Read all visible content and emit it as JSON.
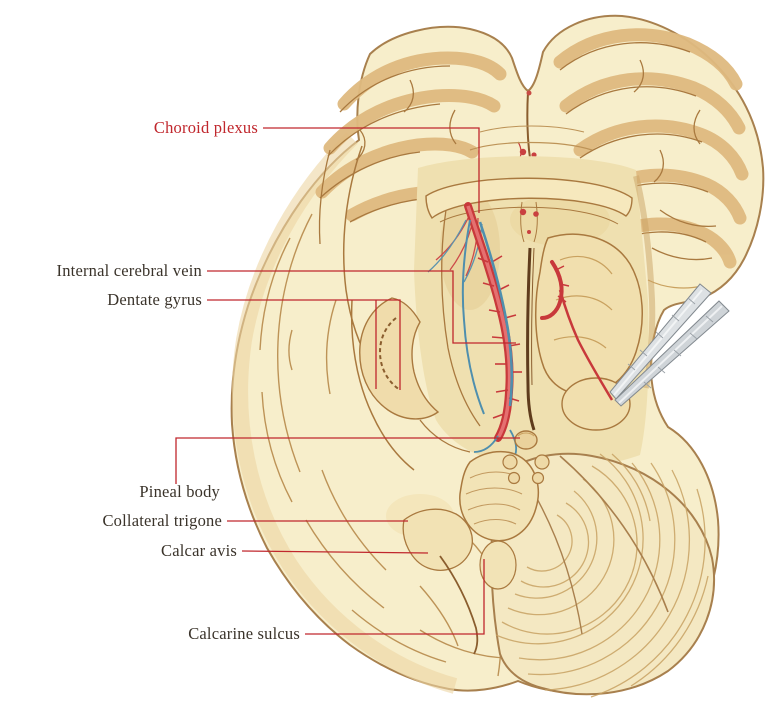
{
  "labels": {
    "choroid_plexus": "Choroid plexus",
    "internal_cerebral_vein": "Internal cerebral vein",
    "dentate_gyrus": "Dentate gyrus",
    "pineal_body": "Pineal body",
    "collateral_trigone": "Collateral trigone",
    "calcar_avis": "Calcar avis",
    "calcarine_sulcus": "Calcarine sulcus"
  },
  "palette": {
    "leader_line_red": "#c0272d",
    "highlight_label_red": "#c0272d",
    "label_text": "#3a332a",
    "background": "#ffffff",
    "brain_cream": "#f7eecb",
    "cortex_tan": "#dfba80",
    "outline_brown": "#a8804e",
    "plexus_red": "#c8393b",
    "vein_blue": "#4f8fae",
    "cerebellum_stripe": "#c8a263",
    "forceps_steel": "#dde1e4"
  }
}
